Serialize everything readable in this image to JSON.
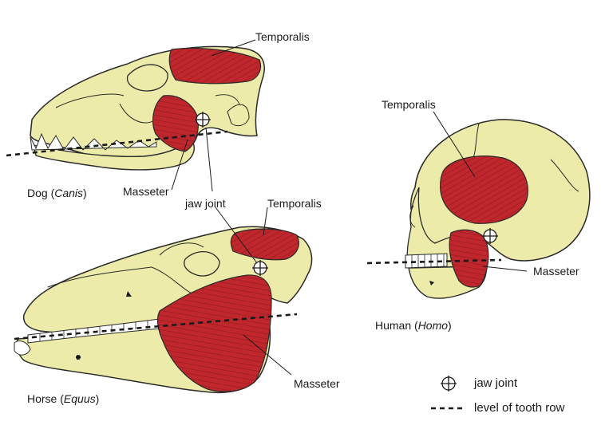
{
  "colors": {
    "bone": "#ecebaa",
    "bone_stroke": "#2a2a2a",
    "muscle": "#c0272d",
    "muscle_fiber": "#8e1a1f",
    "teeth": "#ffffff",
    "line": "#1a1a1a"
  },
  "dog": {
    "name": "Dog (",
    "genus": "Canis",
    "close": ")",
    "temporalis": "Temporalis",
    "masseter": "Masseter"
  },
  "horse": {
    "name": "Horse (",
    "genus": "Equus",
    "close": ")",
    "temporalis": "Temporalis",
    "masseter": "Masseter",
    "jaw_joint": "jaw joint"
  },
  "human": {
    "name": "Human (",
    "genus": "Homo",
    "close": ")",
    "temporalis": "Temporalis",
    "masseter": "Masseter"
  },
  "legend": {
    "jaw_joint": "jaw joint",
    "tooth_row": "level of tooth row",
    "jaw_joint_icon": "crosshair-circle-icon",
    "tooth_row_icon": "dashed-line-icon"
  }
}
